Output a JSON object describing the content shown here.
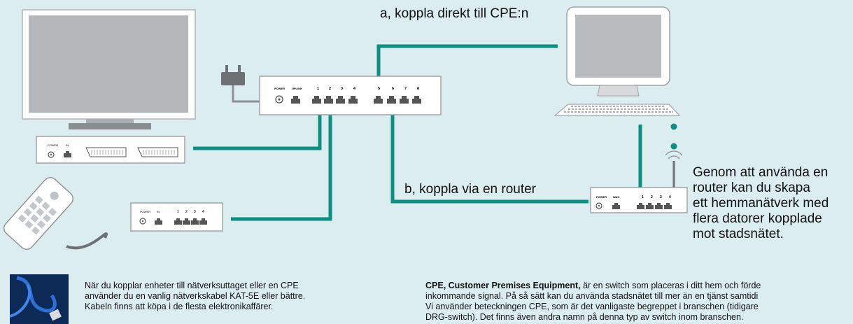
{
  "diagram": {
    "label_a": "a, koppla direkt till CPE:n",
    "label_b": "b, koppla via en router",
    "router_note": [
      "Genom att använda en",
      "router kan du skapa",
      "ett hemmanätverk med",
      "flera datorer kopplade",
      "mot stadsnätet."
    ],
    "cpe_port_labels": [
      "POWER",
      "UPLINK",
      "1",
      "2",
      "3",
      "4",
      "5",
      "6",
      "7",
      "8"
    ],
    "router_port_labels": [
      "POWER",
      "WAN",
      "1",
      "2",
      "3",
      "4"
    ],
    "small_switch_port_labels": [
      "POWER",
      "IN",
      "1",
      "2",
      "3",
      "4"
    ],
    "tv_box_port_labels": [
      "POWER",
      "IN"
    ],
    "cable_color": "#0a8f82",
    "background_color": "#dcedf0"
  },
  "notes": {
    "cable_text": [
      "När du kopplar enheter till nätverksuttaget eller en CPE",
      "använder du en vanlig nätverkskabel KAT-5E eller bättre.",
      "Kabeln finns att köpa i de flesta elektronikaffärer."
    ],
    "cpe_title": "CPE, Customer Premises Equipment,",
    "cpe_line1_rest": " är en switch som placeras i ditt hem och förde",
    "cpe_lines": [
      "inkommande signal. På så sätt kan du använda stadsnätet till mer än en tjänst samtidi",
      "Vi använder beteckningen CPE, som är det vanligaste begreppet i branschen (tidigare",
      "DRG-switch). Det finns även andra namn på denna typ av switch inom branschen."
    ]
  }
}
